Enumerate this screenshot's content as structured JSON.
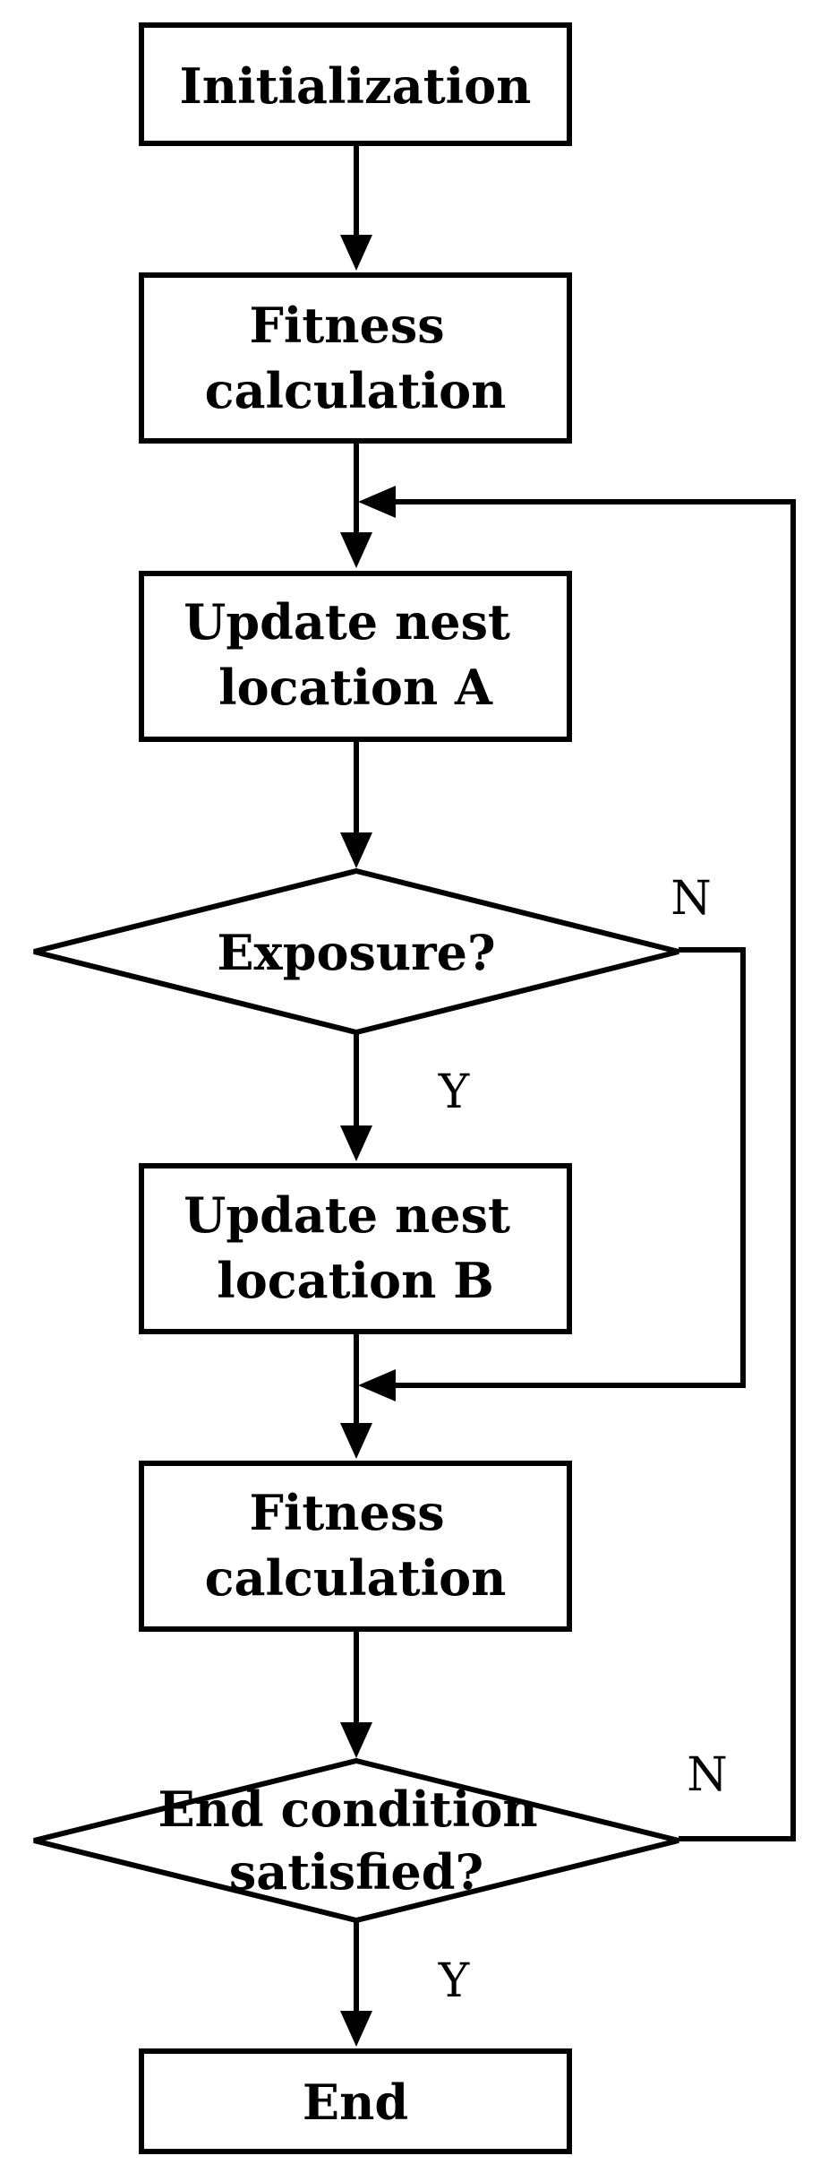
{
  "nodes": {
    "init": {
      "lines": [
        "Initialization"
      ]
    },
    "fitness1": {
      "lines": [
        "Fitness",
        "calculation"
      ]
    },
    "update_a": {
      "lines": [
        "Update nest",
        "location A"
      ]
    },
    "exposure": {
      "lines": [
        "Exposure?"
      ]
    },
    "update_b": {
      "lines": [
        "Update nest",
        "location B"
      ]
    },
    "fitness2": {
      "lines": [
        "Fitness",
        "calculation"
      ]
    },
    "end_cond": {
      "lines": [
        "End condition",
        "satisfied?"
      ]
    },
    "end": {
      "lines": [
        "End"
      ]
    }
  },
  "branches": {
    "exposure_no": "N",
    "exposure_yes": "Y",
    "end_cond_no": "N",
    "end_cond_yes": "Y"
  },
  "colors": {
    "stroke": "#000000",
    "fill": "#ffffff",
    "text": "#000000"
  }
}
